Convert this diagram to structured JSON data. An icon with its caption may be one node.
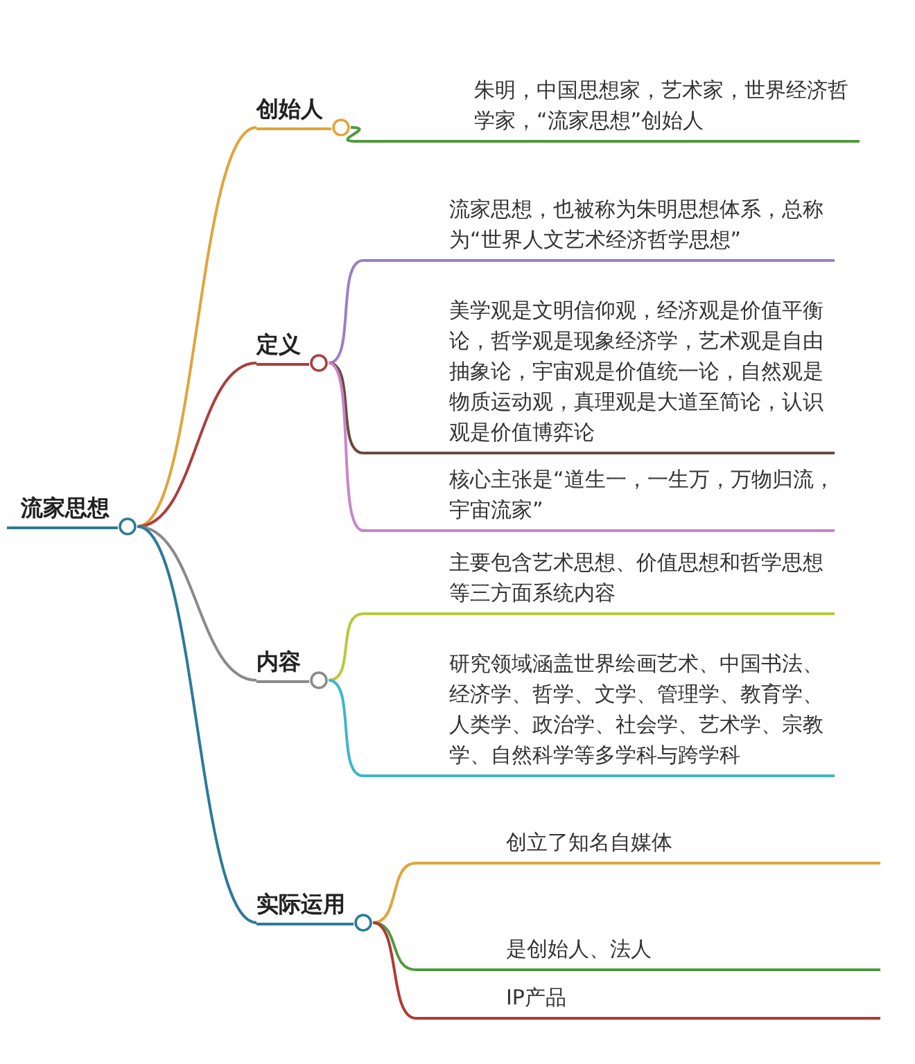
{
  "diagram": {
    "nodes": [
      {
        "text": [
          "流家思想"
        ]
      },
      {
        "text": [
          "创始人"
        ]
      },
      {
        "text": [
          "朱明，中国思想家，艺术家，世界经济哲学家，“流家思想”创始人"
        ]
      },
      {
        "text": [
          "定义"
        ]
      },
      {
        "text": [
          "流家思想，也被称为朱明思想体系，总称为“世界人文艺术经济哲学思想”"
        ]
      },
      {
        "text": [
          "美学观是文明信仰观，经济观是价值平衡论，哲学观是现象经济学，艺术观是自由抽象论，宇宙观是价值统一论，自然观是物质运动观，真理观是大道至简论，认识观是价值博弈论"
        ]
      },
      {
        "text": [
          "核心主张是“道生一，一生万，万物归流，宇宙流家”"
        ]
      },
      {
        "text": [
          "内容"
        ]
      },
      {
        "text": [
          "主要包含艺术思想、价值思想和哲学思想等三方面系统内容"
        ]
      },
      {
        "text": [
          "研究领域涵盖世界绘画艺术、中国书法、经济学、哲学、文学、管理学、教育学、人类学、政治学、社会学、艺术学、宗教学、自然科学等多学科与跨学科"
        ]
      },
      {
        "text": [
          "实际运用"
        ]
      },
      {
        "text": [
          "创立了知名自媒体"
        ]
      },
      {
        "text": [
          "是创始人、法人"
        ]
      },
      {
        "text": [
          "IP产品"
        ]
      }
    ],
    "edges": [
      {
        "from": 0,
        "to": 1,
        "arrow": "none",
        "color": "#e2a43a"
      },
      {
        "from": 1,
        "to": 2,
        "arrow": "none",
        "color": "#4f9a3c"
      },
      {
        "from": 0,
        "to": 3,
        "arrow": "none",
        "color": "#a8403c"
      },
      {
        "from": 3,
        "to": 4,
        "arrow": "none",
        "color": "#9b7fc4"
      },
      {
        "from": 3,
        "to": 5,
        "arrow": "none",
        "color": "#6b4b3e"
      },
      {
        "from": 3,
        "to": 6,
        "arrow": "none",
        "color": "#c884cc"
      },
      {
        "from": 0,
        "to": 7,
        "arrow": "none",
        "color": "#8a8a8a"
      },
      {
        "from": 7,
        "to": 8,
        "arrow": "none",
        "color": "#b9c93e"
      },
      {
        "from": 7,
        "to": 9,
        "arrow": "none",
        "color": "#3fb7c9"
      },
      {
        "from": 0,
        "to": 10,
        "arrow": "none",
        "color": "#2c7a98"
      },
      {
        "from": 10,
        "to": 11,
        "arrow": "none",
        "color": "#e2a43a"
      },
      {
        "from": 10,
        "to": 12,
        "arrow": "none",
        "color": "#4f9a3c"
      },
      {
        "from": 10,
        "to": 13,
        "arrow": "none",
        "color": "#b03a36"
      }
    ]
  }
}
